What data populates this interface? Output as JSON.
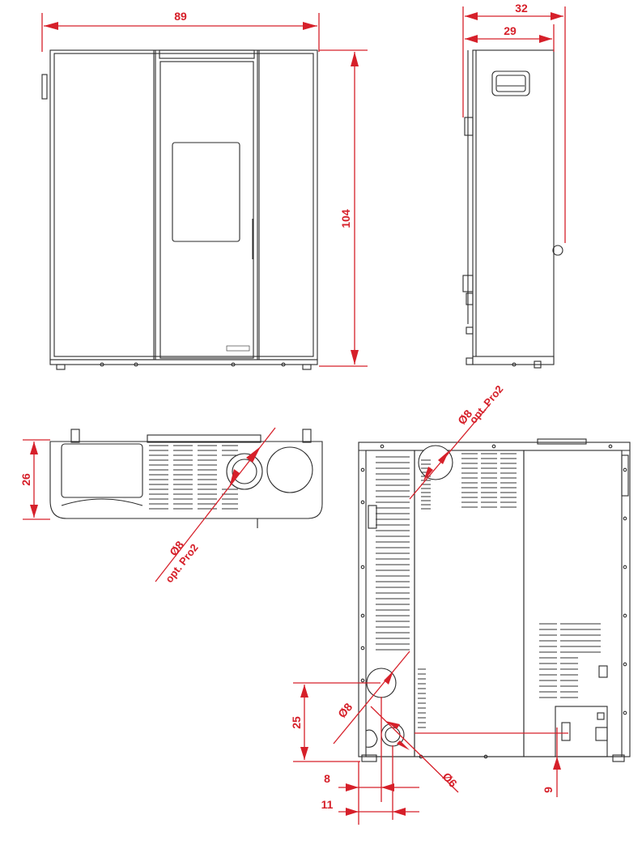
{
  "dimensions": {
    "width": "89",
    "height": "104",
    "depth_total": "32",
    "depth_body": "29",
    "top_depth": "26",
    "top_outlet_dia": "Ø8",
    "top_outlet_note": "opt. Pro2",
    "rear_outlet_dia": "Ø8",
    "rear_outlet_note": "opt. Pro2",
    "lower_outlet_dia": "Ø8",
    "air_inlet_dia": "Ø6",
    "outlet_height": "25",
    "outlet_offset_1": "8",
    "outlet_offset_2": "11",
    "plug_height": "9"
  },
  "colors": {
    "dimension": "#d6202a",
    "outline": "#2b2b2b"
  }
}
